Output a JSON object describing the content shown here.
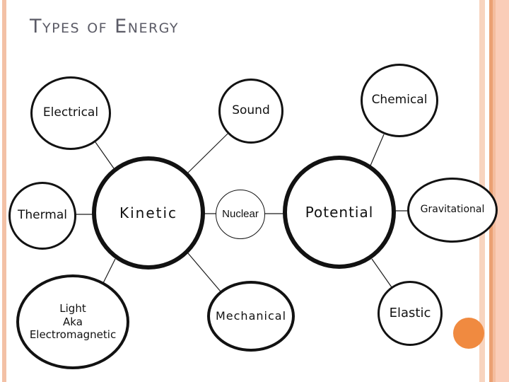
{
  "slide": {
    "title": "Types of Energy",
    "title_color": "#5B5B66"
  },
  "nodes": {
    "electrical": {
      "label": "Electrical"
    },
    "sound": {
      "label": "Sound"
    },
    "chemical": {
      "label": "Chemical"
    },
    "kinetic": {
      "label": "Kinetic"
    },
    "thermal": {
      "label": "Thermal"
    },
    "nuclear": {
      "label": "Nuclear"
    },
    "potential": {
      "label": "Potential"
    },
    "gravitational": {
      "label": "Gravitational"
    },
    "light": {
      "line1": "Light",
      "line2": "Aka",
      "line3": "Electromagnetic"
    },
    "mechanical": {
      "label": "Mechanical"
    },
    "elastic": {
      "label": "Elastic"
    }
  },
  "edges": [
    {
      "from": "electrical",
      "to": "kinetic"
    },
    {
      "from": "sound",
      "to": "kinetic"
    },
    {
      "from": "thermal",
      "to": "kinetic"
    },
    {
      "from": "kinetic",
      "to": "nuclear"
    },
    {
      "from": "nuclear",
      "to": "potential"
    },
    {
      "from": "chemical",
      "to": "potential"
    },
    {
      "from": "potential",
      "to": "gravitational"
    },
    {
      "from": "kinetic",
      "to": "light"
    },
    {
      "from": "kinetic",
      "to": "mechanical"
    },
    {
      "from": "potential",
      "to": "elastic"
    }
  ],
  "colors": {
    "node_stroke": "#121212",
    "stripe_left": "#F3C1A6",
    "stripe_right_light": "#F8D4BF",
    "stripe_right_dark": "#EBA173",
    "stripe_right_mid": "#F4BD9E",
    "stripe_right_wide": "#FACDB8",
    "orange_dot": "#F08A40"
  }
}
